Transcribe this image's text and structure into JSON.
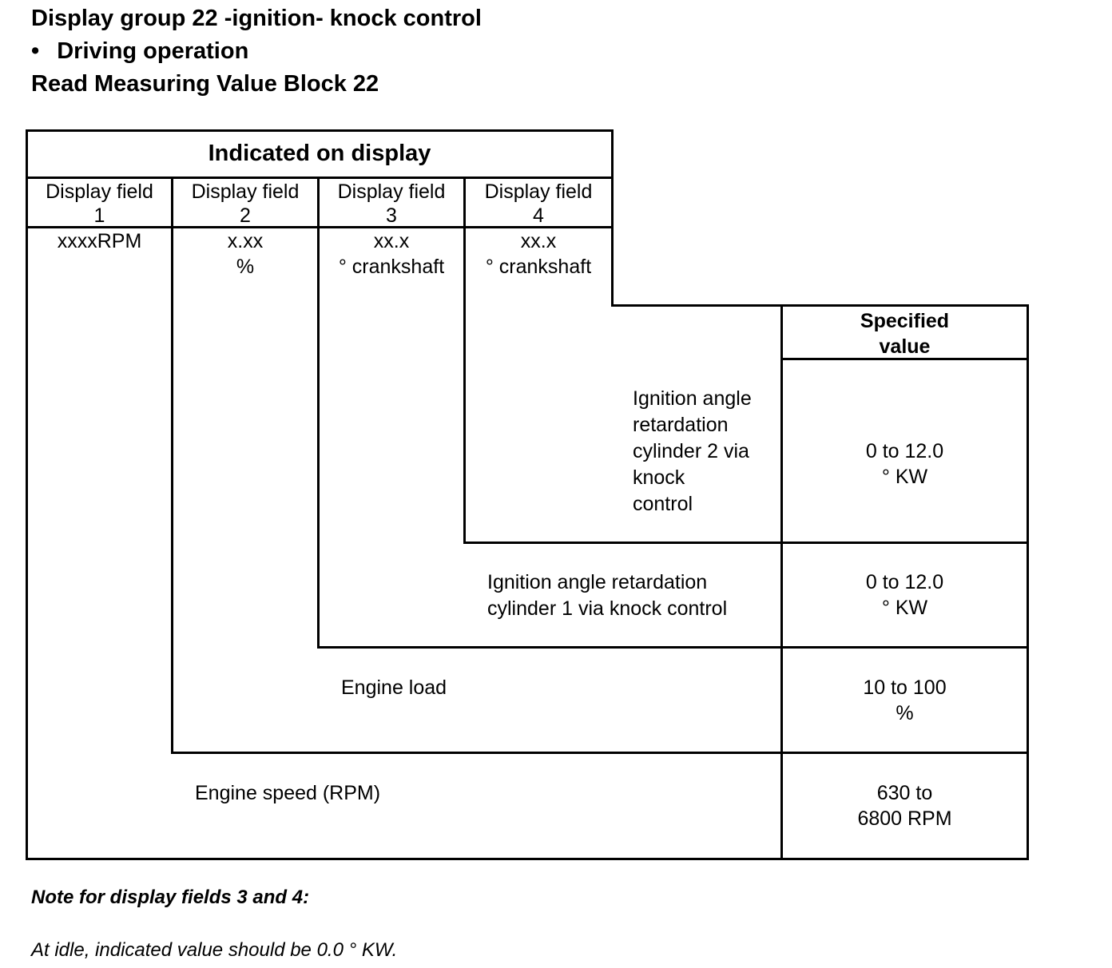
{
  "header": {
    "title": "Display group 22 -ignition- knock control",
    "bullet": "•",
    "subtitle": "Driving operation",
    "block": "Read Measuring Value Block 22"
  },
  "table": {
    "indicated_header": "Indicated on display",
    "fields": [
      {
        "label_1": "Display field",
        "label_2": "1",
        "value_1": "xxxxRPM",
        "value_2": ""
      },
      {
        "label_1": "Display field",
        "label_2": "2",
        "value_1": "x.xx",
        "value_2": "%"
      },
      {
        "label_1": "Display field",
        "label_2": "3",
        "value_1": "xx.x",
        "value_2": "° crankshaft"
      },
      {
        "label_1": "Display field",
        "label_2": "4",
        "value_1": "xx.x",
        "value_2": "° crankshaft"
      }
    ],
    "specified_header": {
      "line_1": "Specified",
      "line_2": "value"
    },
    "rows": [
      {
        "desc_lines": [
          "Ignition angle",
          "retardation",
          "cylinder 2 via",
          "knock",
          "control"
        ],
        "spec_lines": [
          "0 to 12.0",
          "° KW"
        ]
      },
      {
        "desc_lines": [
          "Ignition angle retardation",
          "cylinder 1 via knock control"
        ],
        "spec_lines": [
          "0 to 12.0",
          "° KW"
        ]
      },
      {
        "desc_lines": [
          "Engine load"
        ],
        "spec_lines": [
          "10 to 100",
          "%"
        ]
      },
      {
        "desc_lines": [
          "Engine speed (RPM)"
        ],
        "spec_lines": [
          "630 to",
          "6800 RPM"
        ]
      }
    ]
  },
  "notes": {
    "title": "Note for display fields 3 and 4:",
    "text": "At idle, indicated value should be 0.0 ° KW."
  }
}
